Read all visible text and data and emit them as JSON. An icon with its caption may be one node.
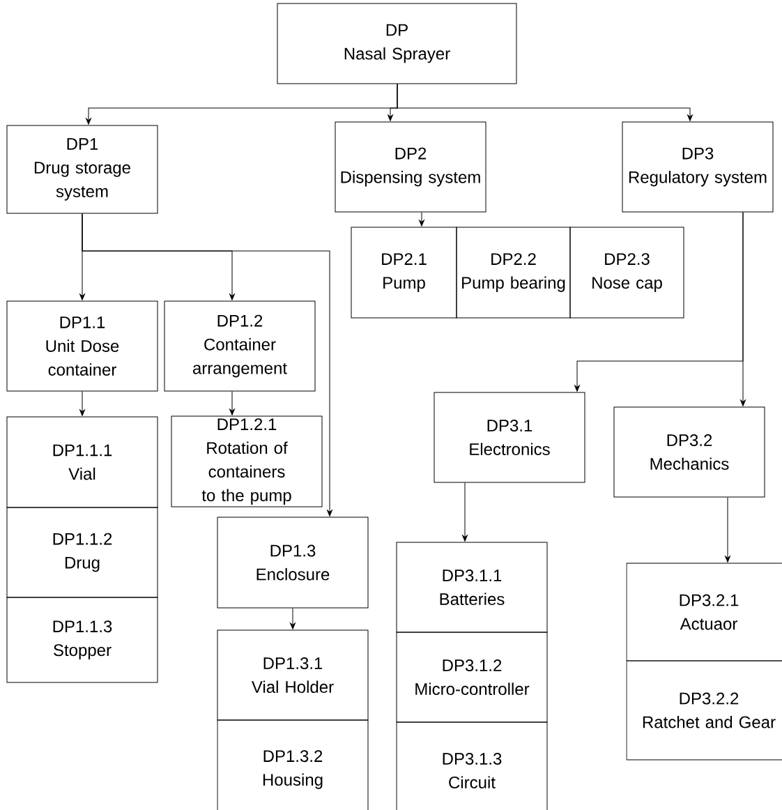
{
  "diagram": {
    "nodes": [
      {
        "text": [
          "DP",
          "Nasal Sprayer"
        ]
      },
      {
        "text": [
          "DP1",
          "Drug storage system"
        ]
      },
      {
        "text": [
          "DP2",
          "Dispensing system"
        ]
      },
      {
        "text": [
          "DP3",
          "Regulatory system"
        ]
      },
      {
        "text": [
          "DP2.1",
          "Pump"
        ]
      },
      {
        "text": [
          "DP2.2",
          "Pump bearing"
        ]
      },
      {
        "text": [
          "DP2.3",
          "Nose cap"
        ]
      },
      {
        "text": [
          "DP1.1",
          "Unit Dose container"
        ]
      },
      {
        "text": [
          "DP1.2",
          "Container arrangement"
        ]
      },
      {
        "text": [
          "DP1.1.1",
          "Vial"
        ]
      },
      {
        "text": [
          "DP1.1.2",
          "Drug"
        ]
      },
      {
        "text": [
          "DP1.1.3",
          "Stopper"
        ]
      },
      {
        "text": [
          "DP1.2.1",
          "Rotation of containers to the pump"
        ]
      },
      {
        "text": [
          "DP1.3",
          "Enclosure"
        ]
      },
      {
        "text": [
          "DP1.3.1",
          "Vial Holder"
        ]
      },
      {
        "text": [
          "DP1.3.2",
          "Housing"
        ]
      },
      {
        "text": [
          "DP3.1",
          "Electronics"
        ]
      },
      {
        "text": [
          "DP3.2",
          "Mechanics"
        ]
      },
      {
        "text": [
          "DP3.1.1",
          "Batteries"
        ]
      },
      {
        "text": [
          "DP3.1.2",
          "Micro-controller"
        ]
      },
      {
        "text": [
          "DP3.1.3",
          "Circuit"
        ]
      },
      {
        "text": [
          "DP3.2.1",
          "Actuaor"
        ]
      },
      {
        "text": [
          "DP3.2.2",
          "Ratchet and Gear"
        ]
      }
    ],
    "edges": [
      {
        "from": 0,
        "to": 1,
        "arrow": "to"
      },
      {
        "from": 0,
        "to": 2,
        "arrow": "to"
      },
      {
        "from": 0,
        "to": 3,
        "arrow": "to"
      },
      {
        "from": 1,
        "to": 7,
        "arrow": "to"
      },
      {
        "from": 1,
        "to": 8,
        "arrow": "to"
      },
      {
        "from": 1,
        "to": 13,
        "arrow": "to"
      },
      {
        "from": 2,
        "to": 4,
        "arrow": "to"
      },
      {
        "from": 7,
        "to": 9,
        "arrow": "to"
      },
      {
        "from": 8,
        "to": 12,
        "arrow": "to"
      },
      {
        "from": 3,
        "to": 16,
        "arrow": "to"
      },
      {
        "from": 3,
        "to": 17,
        "arrow": "to"
      },
      {
        "from": 13,
        "to": 14,
        "arrow": "to"
      },
      {
        "from": 16,
        "to": 18,
        "arrow": "to"
      },
      {
        "from": 17,
        "to": 21,
        "arrow": "to"
      }
    ]
  }
}
